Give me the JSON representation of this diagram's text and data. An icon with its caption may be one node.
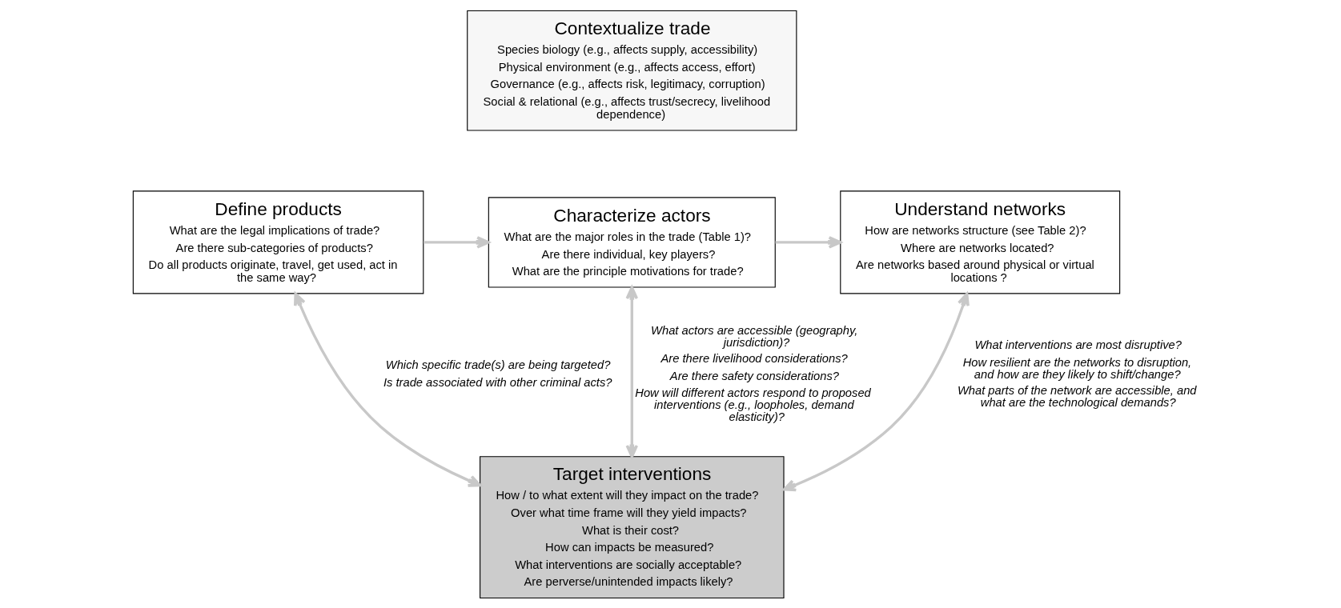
{
  "diagram": {
    "nodes": [
      {
        "text": [
          "Contextualize trade",
          "Species biology (e.g., affects supply, accessibility)",
          "Physical environment (e.g., affects access, effort)",
          "Governance (e.g., affects risk, legitimacy, corruption)",
          "Social & relational (e.g., affects trust/secrecy, livelihood dependence)"
        ]
      },
      {
        "text": [
          "Define products",
          "What are the legal implications of trade?",
          "Are there sub-categories of products?",
          "Do all products originate, travel, get used, act in the same way?"
        ]
      },
      {
        "text": [
          "Characterize actors",
          "What are the major roles in the trade (Table 1)?",
          "Are there individual, key players?",
          "What are the principle motivations for trade?"
        ]
      },
      {
        "text": [
          "Understand networks",
          "How are networks structure (see Table 2)?",
          "Where are networks located?",
          "Are networks based around physical or virtual locations ?"
        ]
      },
      {
        "text": [
          "Target interventions",
          "How / to what extent will they impact on the trade?",
          "Over what time frame will they yield impacts?",
          "What is their cost?",
          "How can impacts be measured?",
          "What interventions are socially acceptable?",
          "Are perverse/unintended impacts likely?"
        ]
      }
    ],
    "edges": [
      {
        "from": 1,
        "to": 2,
        "arrow": "to"
      },
      {
        "from": 2,
        "to": 3,
        "arrow": "to"
      },
      {
        "from": 1,
        "to": 4,
        "arrow": "both",
        "label": [
          "Which specific trade(s) are being targeted?",
          "Is trade associated with other criminal acts?"
        ]
      },
      {
        "from": 2,
        "to": 4,
        "arrow": "both",
        "label": [
          "What actors are accessible (geography, jurisdiction)?",
          "Are there livelihood considerations?",
          "Are there safety considerations?",
          "How will different actors respond to proposed interventions (e.g., loopholes, demand elasticity)?"
        ]
      },
      {
        "from": 3,
        "to": 4,
        "arrow": "both",
        "label": [
          "What interventions are most disruptive?",
          "How resilient are the networks to disruption, and how are they likely to shift/change?",
          "What parts of the network are accessible, and what are the technological demands?"
        ]
      }
    ]
  }
}
